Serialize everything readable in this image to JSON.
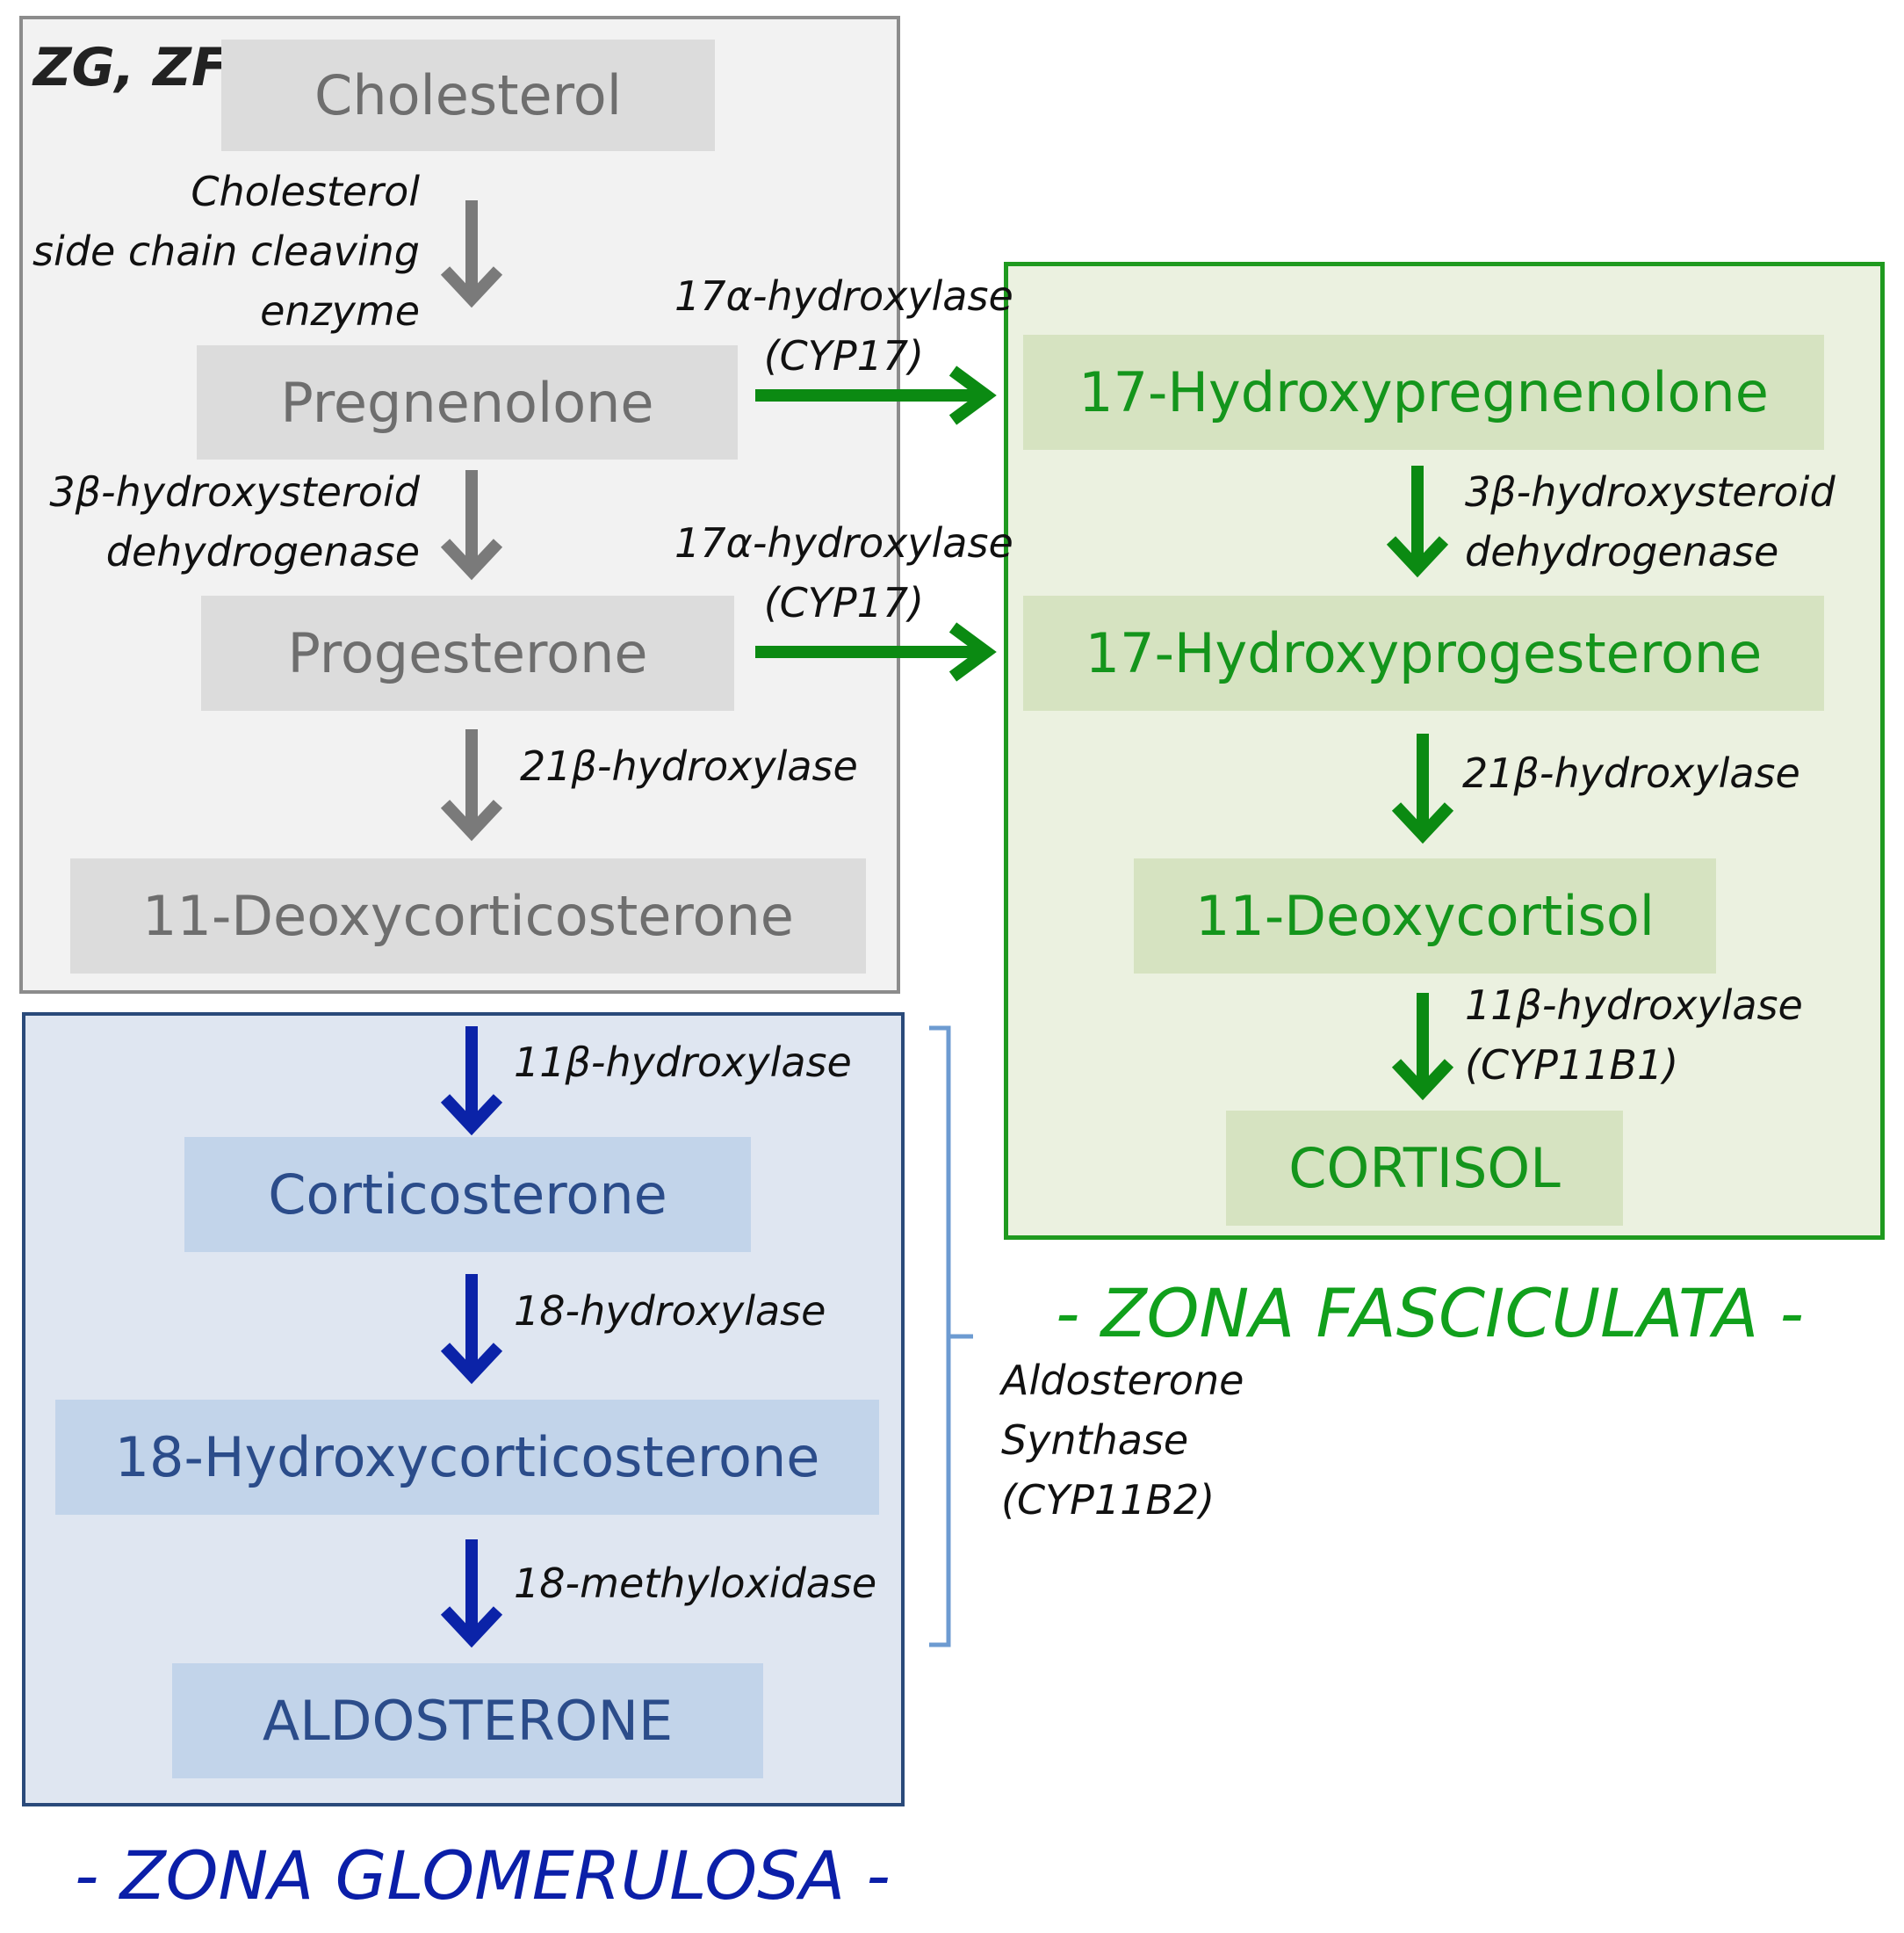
{
  "zones": {
    "upper": {
      "label": "ZG, ZF"
    },
    "fasciculata": {
      "title": "- ZONA FASCICULATA -"
    },
    "glomerulosa": {
      "title": "- ZONA GLOMERULOSA -"
    }
  },
  "steroids": {
    "cholesterol": "Cholesterol",
    "pregnenolone": "Pregnenolone",
    "progesterone": "Progesterone",
    "deoxycorticosterone": "11-Deoxycorticosterone",
    "hydroxypregnenolone": "17-Hydroxypregnenolone",
    "hydroxyprogesterone": "17-Hydroxyprogesterone",
    "deoxycortisol": "11-Deoxycortisol",
    "cortisol": "CORTISOL",
    "corticosterone": "Corticosterone",
    "hydroxycorticosterone": "18-Hydroxycorticosterone",
    "aldosterone": "ALDOSTERONE"
  },
  "enzymes": {
    "scc": [
      "Cholesterol",
      "side chain cleaving",
      "enzyme"
    ],
    "hsd_left": [
      "3β-hydroxysteroid",
      "dehydrogenase"
    ],
    "cyp21_left": "21β-hydroxylase",
    "cyp17_top": [
      "17α-hydroxylase",
      "(CYP17)"
    ],
    "cyp17_bottom": [
      "17α-hydroxylase",
      "(CYP17)"
    ],
    "hsd_right": [
      "3β-hydroxysteroid",
      "dehydrogenase"
    ],
    "cyp21_right": "21β-hydroxylase",
    "cyp11b1": [
      "11β-hydroxylase",
      "(CYP11B1)"
    ],
    "cyp11b_glom": "11β-hydroxylase",
    "hydroxylase18": "18-hydroxylase",
    "methyloxidase18": "18-methyloxidase",
    "aldo_synthase": [
      "Aldosterone",
      "Synthase",
      "(CYP11B2)"
    ]
  },
  "colors": {
    "gray": "#7a7a7a",
    "green": "#0b8a12",
    "blue": "#0b23a8"
  }
}
